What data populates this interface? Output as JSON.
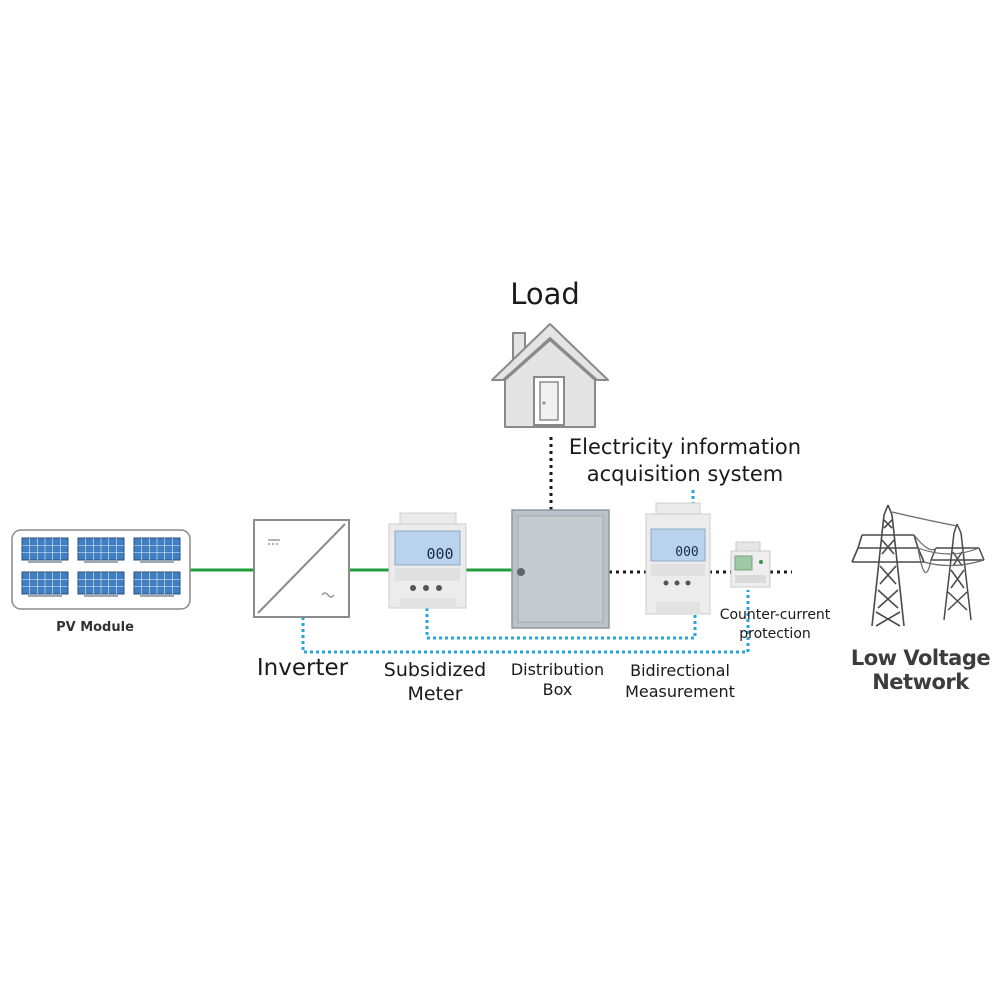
{
  "labels": {
    "load": "Load",
    "electricity_info_line1": "Electricity information",
    "electricity_info_line2": "acquisition system",
    "pv_module": "PV Module",
    "inverter": "Inverter",
    "subsidized_line1": "Subsidized",
    "subsidized_line2": "Meter",
    "distribution_line1": "Distribution",
    "distribution_line2": "Box",
    "bidirectional_line1": "Bidirectional",
    "bidirectional_line2": "Measurement",
    "counter_line1": "Counter-current",
    "counter_line2": "protection",
    "lvn_line1": "Low Voltage",
    "lvn_line2": "Network"
  },
  "meter_display": {
    "digits": "000"
  },
  "colors": {
    "power_line": "#1f9e3a",
    "comm_line": "#27a6d8",
    "load_line": "#1a1a1a",
    "solar_panel": "#3f7fc2",
    "house": "#e4e4e4",
    "cabinet": "#b9c2c7",
    "meter_screen": "#b9d3ef",
    "tower": "#4a4a4a"
  }
}
